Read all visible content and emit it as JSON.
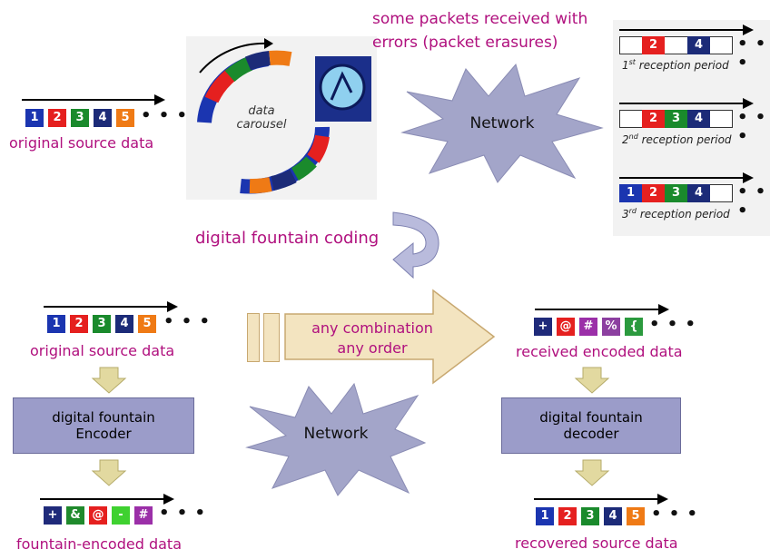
{
  "colors": {
    "p1": "#1b35b0",
    "p2": "#e5201f",
    "p3": "#1a8a2c",
    "p4": "#1c2b78",
    "p5": "#ef7a15",
    "plus": "#1f2a7a",
    "amp": "#1f8a2c",
    "at": "#e5201f",
    "minus": "#3fd130",
    "hash": "#9b2fa8",
    "pct": "#8c3fa0",
    "brace": "#2b9a3e",
    "label": "#b0107e",
    "box": "#9b9cc9"
  },
  "top": {
    "errors_line1": "some packets received with",
    "errors_line2": "errors (packet erasures)",
    "original_label": "original source data",
    "carousel_line1": "data",
    "carousel_line2": "carousel",
    "network": "Network",
    "periods": [
      {
        "sup": "st",
        "prefix": "1",
        "rest": " reception period"
      },
      {
        "sup": "nd",
        "prefix": "2",
        "rest": " reception period"
      },
      {
        "sup": "rd",
        "prefix": "3",
        "rest": " reception period"
      }
    ],
    "coding_label": "digital fountain coding"
  },
  "packets": {
    "seq": [
      "1",
      "2",
      "3",
      "4",
      "5"
    ]
  },
  "periods_packets": {
    "p1": [
      "2",
      "4"
    ],
    "p2": [
      "2",
      "3",
      "4"
    ],
    "p3": [
      "1",
      "2",
      "3",
      "4"
    ]
  },
  "bottom": {
    "original_label": "original source data",
    "encoder_line1": "digital fountain",
    "encoder_line2": "Encoder",
    "encoded_label": "fountain-encoded data",
    "encoded_symbols": [
      "+",
      "&",
      "@",
      "-",
      "#"
    ],
    "arrow_line1": "any combination",
    "arrow_line2": "any order",
    "network": "Network",
    "received_label": "received encoded data",
    "received_symbols": [
      "+",
      "@",
      "#",
      "%",
      "{"
    ],
    "decoder_line1": "digital fountain",
    "decoder_line2": "decoder",
    "recovered_label": "recovered source data"
  },
  "ellipsis": "• • •"
}
